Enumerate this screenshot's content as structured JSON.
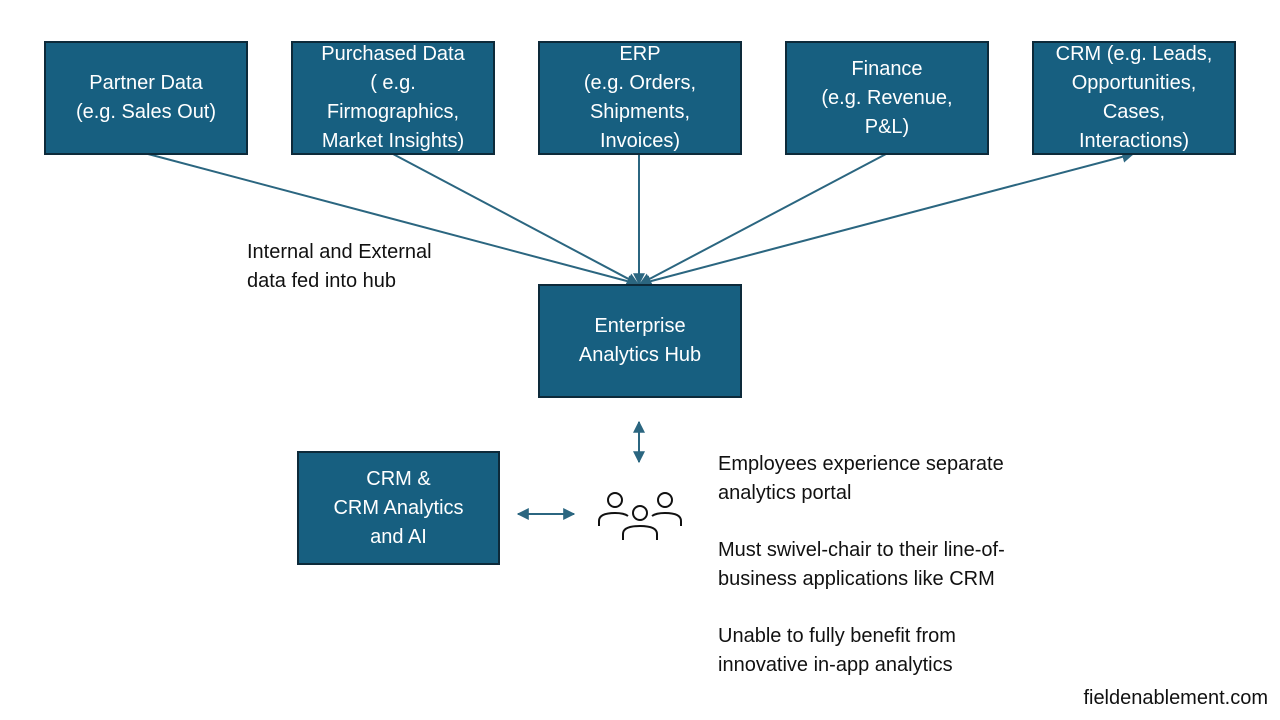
{
  "colors": {
    "box_fill": "#175f80",
    "box_border": "#0d2a3a",
    "connector": "#2b6680",
    "text_dark": "#111111",
    "text_light": "#ffffff"
  },
  "sources": [
    {
      "id": "partner-data",
      "label": "Partner Data\n(e.g. Sales Out)"
    },
    {
      "id": "purchased-data",
      "label": "Purchased Data\n( e.g.\nFirmographics,\nMarket Insights)"
    },
    {
      "id": "erp",
      "label": "ERP\n(e.g. Orders,\nShipments,\nInvoices)"
    },
    {
      "id": "finance",
      "label": "Finance\n(e.g. Revenue,\nP&L)"
    },
    {
      "id": "crm-source",
      "label": "CRM (e.g. Leads,\nOpportunities,\nCases,\nInteractions)"
    }
  ],
  "hub": {
    "label": "Enterprise\nAnalytics Hub"
  },
  "crm_box": {
    "label": "CRM &\nCRM Analytics\nand AI"
  },
  "feed_note": "Internal and External\ndata fed into hub",
  "employees_icon": "people-group-icon",
  "notes": [
    "Employees experience separate\nanalytics portal",
    "Must swivel-chair to their line-of-\nbusiness applications like CRM",
    "Unable to fully benefit from\ninnovative in-app analytics"
  ],
  "footer": "fieldenablement.com",
  "edges": [
    {
      "from": "partner-data",
      "to": "hub",
      "arrow": "end"
    },
    {
      "from": "purchased-data",
      "to": "hub",
      "arrow": "end"
    },
    {
      "from": "erp",
      "to": "hub",
      "arrow": "end"
    },
    {
      "from": "finance",
      "to": "hub",
      "arrow": "end"
    },
    {
      "from": "hub",
      "to": "crm-source",
      "arrow": "both"
    },
    {
      "from": "hub",
      "to": "employees",
      "arrow": "both"
    },
    {
      "from": "crm-box",
      "to": "employees",
      "arrow": "both"
    }
  ]
}
